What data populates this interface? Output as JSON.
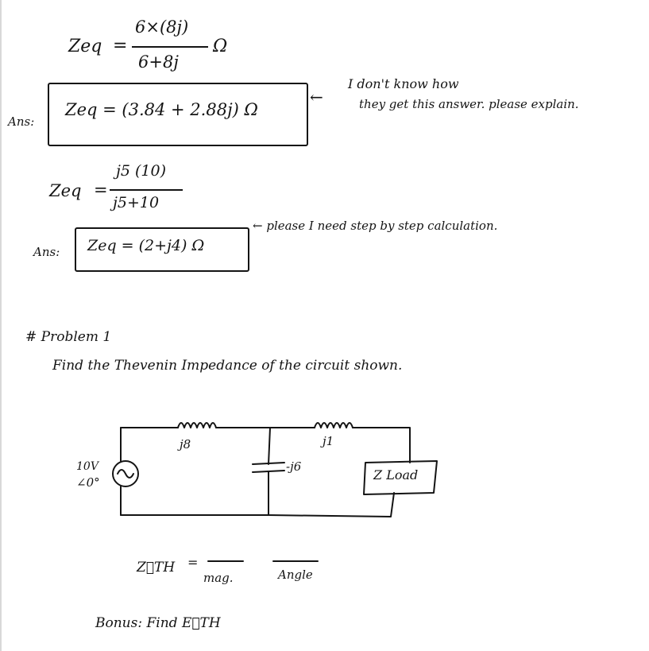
{
  "eq1": {
    "lhs": "Zeq",
    "equals": "=",
    "numerator": "6×(8j)",
    "denominator": "6+8j",
    "unit": "Ω"
  },
  "ans1": {
    "label": "Ans:",
    "expression": "Zeq = (3.84 + 2.88j) Ω",
    "arrow": "←",
    "comment_line1": "I don't know how",
    "comment_line2": "they get this answer. please explain."
  },
  "eq2": {
    "lhs": "Zeq",
    "equals": "=",
    "numerator": "j5 (10)",
    "denominator": "j5+10"
  },
  "ans2": {
    "label": "Ans:",
    "expression": "Zeq = (2+j4) Ω",
    "comment": "← please I need step by step calculation."
  },
  "problem": {
    "heading": "# Problem 1",
    "statement": "Find the Thevenin Impedance of the circuit shown."
  },
  "circuit": {
    "source_magnitude": "10V",
    "source_angle": "∠0°",
    "inductor1_label": "j8",
    "capacitor_label": "-j6",
    "inductor2_label": "j1",
    "load_label": "Z Load"
  },
  "answer_line": {
    "symbol": "Z⃗TH",
    "equals": "=",
    "mag_label": "mag.",
    "angle_label": "Angle"
  },
  "bonus": {
    "text": "Bonus: Find E⃗TH"
  }
}
